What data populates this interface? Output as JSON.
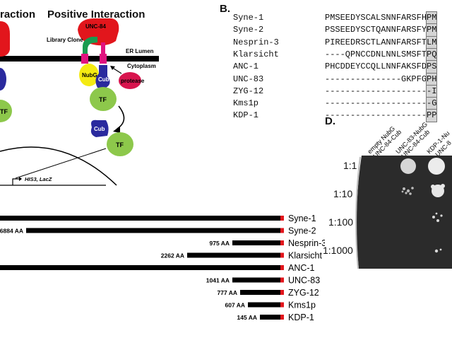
{
  "panel_a": {
    "title_left": "raction",
    "title_right": "Positive Interaction",
    "labels": {
      "library_clone": "Library Clone",
      "unc84": "UNC-84",
      "er_lumen": "ER Lumen",
      "cytoplasm": "Cytoplasm",
      "nubg": "NubG",
      "cub": "Cub",
      "protease": "protease",
      "tf": "TF",
      "reporters": "HIS3, LacZ"
    },
    "colors": {
      "unc84": "#e2161c",
      "nubg": "#f4ea12",
      "cub": "#2a2a9e",
      "protease": "#d8154e",
      "tf": "#8dc84b",
      "green": "#1a9b50",
      "magenta": "#e0127f"
    }
  },
  "panel_b": {
    "letter": "B.",
    "proteins": [
      {
        "name": "Syne-1",
        "seq": "PMSEEDYSCALSNNFARSFH",
        "tail": "PM"
      },
      {
        "name": "Syne-2",
        "seq": "PSSEEDYSCTQANNFARSFY",
        "tail": "PM"
      },
      {
        "name": "Nesprin-3",
        "seq": "PIREEDRSCTLANNFARSFT",
        "tail": "LM"
      },
      {
        "name": "Klarsicht",
        "seq": "----QPNCCDNLNNLSMSFT",
        "tail": "PQ"
      },
      {
        "name": "ANC-1",
        "seq": "PHCDDEYCCQLLNNFAKSFD",
        "tail": "PS"
      },
      {
        "name": "UNC-83",
        "seq": "---------------GKPFG",
        "tail": "PH"
      },
      {
        "name": "ZYG-12",
        "seq": "--------------------",
        "tail": "-I"
      },
      {
        "name": "Kms1p",
        "seq": "--------------------",
        "tail": "-G"
      },
      {
        "name": "KDP-1",
        "seq": "--------------------",
        "tail": "PP"
      }
    ]
  },
  "panel_c": {
    "rows": [
      {
        "name": "Syne-1",
        "aa": "",
        "start": 0,
        "end": 402
      },
      {
        "name": "Syne-2",
        "aa": "6884 AA",
        "start": 37,
        "end": 402
      },
      {
        "name": "Nesprin-3",
        "aa": "975 AA",
        "start": 329,
        "end": 402
      },
      {
        "name": "Klarsicht",
        "aa": "2262 AA",
        "start": 265,
        "end": 402
      },
      {
        "name": "ANC-1",
        "aa": "",
        "start": 0,
        "end": 402
      },
      {
        "name": "UNC-83",
        "aa": "1041 AA",
        "start": 329,
        "end": 402
      },
      {
        "name": "ZYG-12",
        "aa": "777 AA",
        "start": 340,
        "end": 402
      },
      {
        "name": "Kms1p",
        "aa": "607 AA",
        "start": 351,
        "end": 402
      },
      {
        "name": "KDP-1",
        "aa": "145 AA",
        "start": 368,
        "end": 402
      }
    ]
  },
  "panel_d": {
    "letter": "D.",
    "columns": [
      "empty NubG\nUNC-84-Cub",
      "UNC-83-NubG\nUNC-84-Cub",
      "KDP-1-Nu\nUNC-8"
    ],
    "dilutions": [
      "1:1",
      "1:10",
      "1:100",
      "1:1000"
    ]
  }
}
